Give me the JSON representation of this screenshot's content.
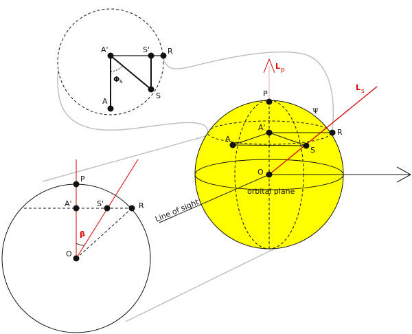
{
  "colors": {
    "sphere_fill": "#ffff00",
    "red": "#d40000",
    "connector": "#c0c0c0",
    "ink": "#111111"
  },
  "inset_top": {
    "A_prime": "A'",
    "S_prime": "S'",
    "R": "R",
    "Phi": "Φ",
    "Phi_sub": "s",
    "S": "S",
    "A": "A"
  },
  "sphere": {
    "P": "P",
    "L_p": "L",
    "L_p_sub": "p",
    "L_s": "L",
    "L_s_sub": "s",
    "Psi": "Ψ",
    "A_prime": "A'",
    "A": "A",
    "R": "R",
    "S": "S",
    "O": "O",
    "orbital_plane": "orbital plane",
    "line_of_sight": "Line of sight"
  },
  "inset_bottom": {
    "P": "P",
    "A_prime": "A'",
    "S_prime": "S'",
    "R": "R",
    "beta": "β",
    "O": "O"
  }
}
